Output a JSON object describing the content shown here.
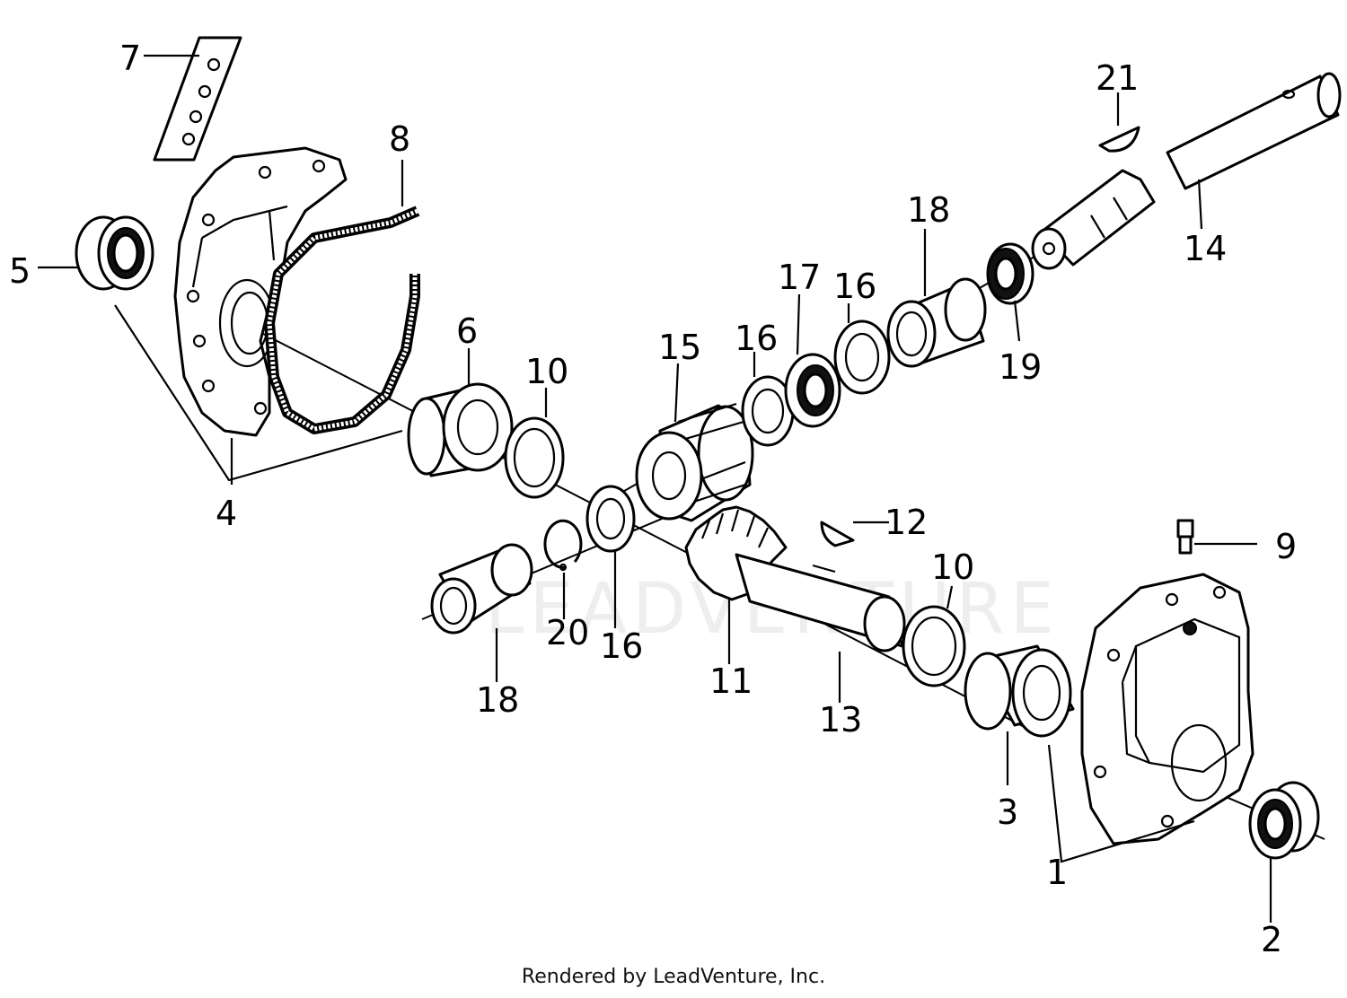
{
  "callouts": [
    "1",
    "2",
    "3",
    "4",
    "5",
    "6",
    "7",
    "8",
    "9",
    "10",
    "10",
    "11",
    "12",
    "13",
    "14",
    "15",
    "16",
    "16",
    "16",
    "17",
    "18",
    "18",
    "19",
    "20",
    "21"
  ],
  "watermark": "LEADVENTURE",
  "credit": "Rendered by LeadVenture, Inc."
}
